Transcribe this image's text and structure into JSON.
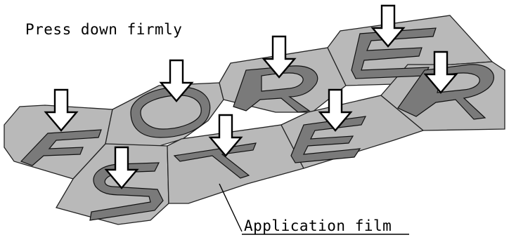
{
  "labels": {
    "instruction": "Press down firmly",
    "film": "Application film"
  },
  "colors": {
    "panel_fill": "#b9b9b9",
    "letter_fill": "#7a7a7a",
    "outline": "#111111",
    "arrow_fill": "#ffffff"
  },
  "letters": [
    {
      "char": "F",
      "row": "front"
    },
    {
      "char": "O",
      "row": "front"
    },
    {
      "char": "R",
      "row": "front"
    },
    {
      "char": "E",
      "row": "front"
    },
    {
      "char": "S",
      "row": "back"
    },
    {
      "char": "T",
      "row": "back"
    },
    {
      "char": "E",
      "row": "back"
    },
    {
      "char": "R",
      "row": "back"
    }
  ],
  "icons": {
    "press_arrow": "down-arrow-icon"
  }
}
